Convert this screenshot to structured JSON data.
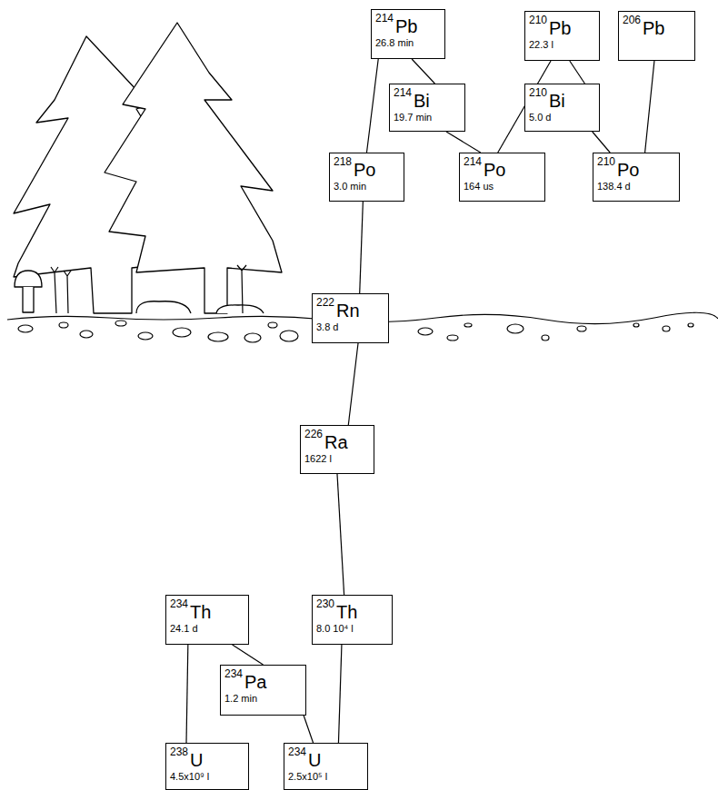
{
  "diagram": {
    "nodes": [
      {
        "text": [
          "214",
          "Pb",
          "26.8 min"
        ]
      },
      {
        "text": [
          "210",
          "Pb",
          "22.3 l"
        ]
      },
      {
        "text": [
          "206",
          "Pb"
        ]
      },
      {
        "text": [
          "214",
          "Bi",
          "19.7 min"
        ]
      },
      {
        "text": [
          "210",
          "Bi",
          "5.0 d"
        ]
      },
      {
        "text": [
          "218",
          "Po",
          "3.0 min"
        ]
      },
      {
        "text": [
          "214",
          "Po",
          "164 us"
        ]
      },
      {
        "text": [
          "210",
          "Po",
          "138.4 d"
        ]
      },
      {
        "text": [
          "222",
          "Rn",
          "3.8 d"
        ]
      },
      {
        "text": [
          "226",
          "Ra",
          "1622 l"
        ]
      },
      {
        "text": [
          "234",
          "Th",
          "24.1 d"
        ]
      },
      {
        "text": [
          "230",
          "Th",
          "8.0 10⁴ l"
        ]
      },
      {
        "text": [
          "234",
          "Pa",
          "1.2 min"
        ]
      },
      {
        "text": [
          "238",
          "U",
          "4.5x10⁹ l"
        ]
      },
      {
        "text": [
          "234",
          "U",
          "2.5x10⁵ l"
        ]
      }
    ],
    "edges": [
      {
        "from": 13,
        "to": 10,
        "arrow": "none"
      },
      {
        "from": 10,
        "to": 12,
        "arrow": "none"
      },
      {
        "from": 12,
        "to": 14,
        "arrow": "none"
      },
      {
        "from": 14,
        "to": 11,
        "arrow": "none"
      },
      {
        "from": 11,
        "to": 9,
        "arrow": "none"
      },
      {
        "from": 9,
        "to": 8,
        "arrow": "none"
      },
      {
        "from": 8,
        "to": 5,
        "arrow": "none"
      },
      {
        "from": 5,
        "to": 0,
        "arrow": "none"
      },
      {
        "from": 0,
        "to": 3,
        "arrow": "none"
      },
      {
        "from": 3,
        "to": 6,
        "arrow": "none"
      },
      {
        "from": 6,
        "to": 1,
        "arrow": "none"
      },
      {
        "from": 1,
        "to": 4,
        "arrow": "none"
      },
      {
        "from": 4,
        "to": 7,
        "arrow": "none"
      },
      {
        "from": 7,
        "to": 2,
        "arrow": "none"
      }
    ]
  }
}
